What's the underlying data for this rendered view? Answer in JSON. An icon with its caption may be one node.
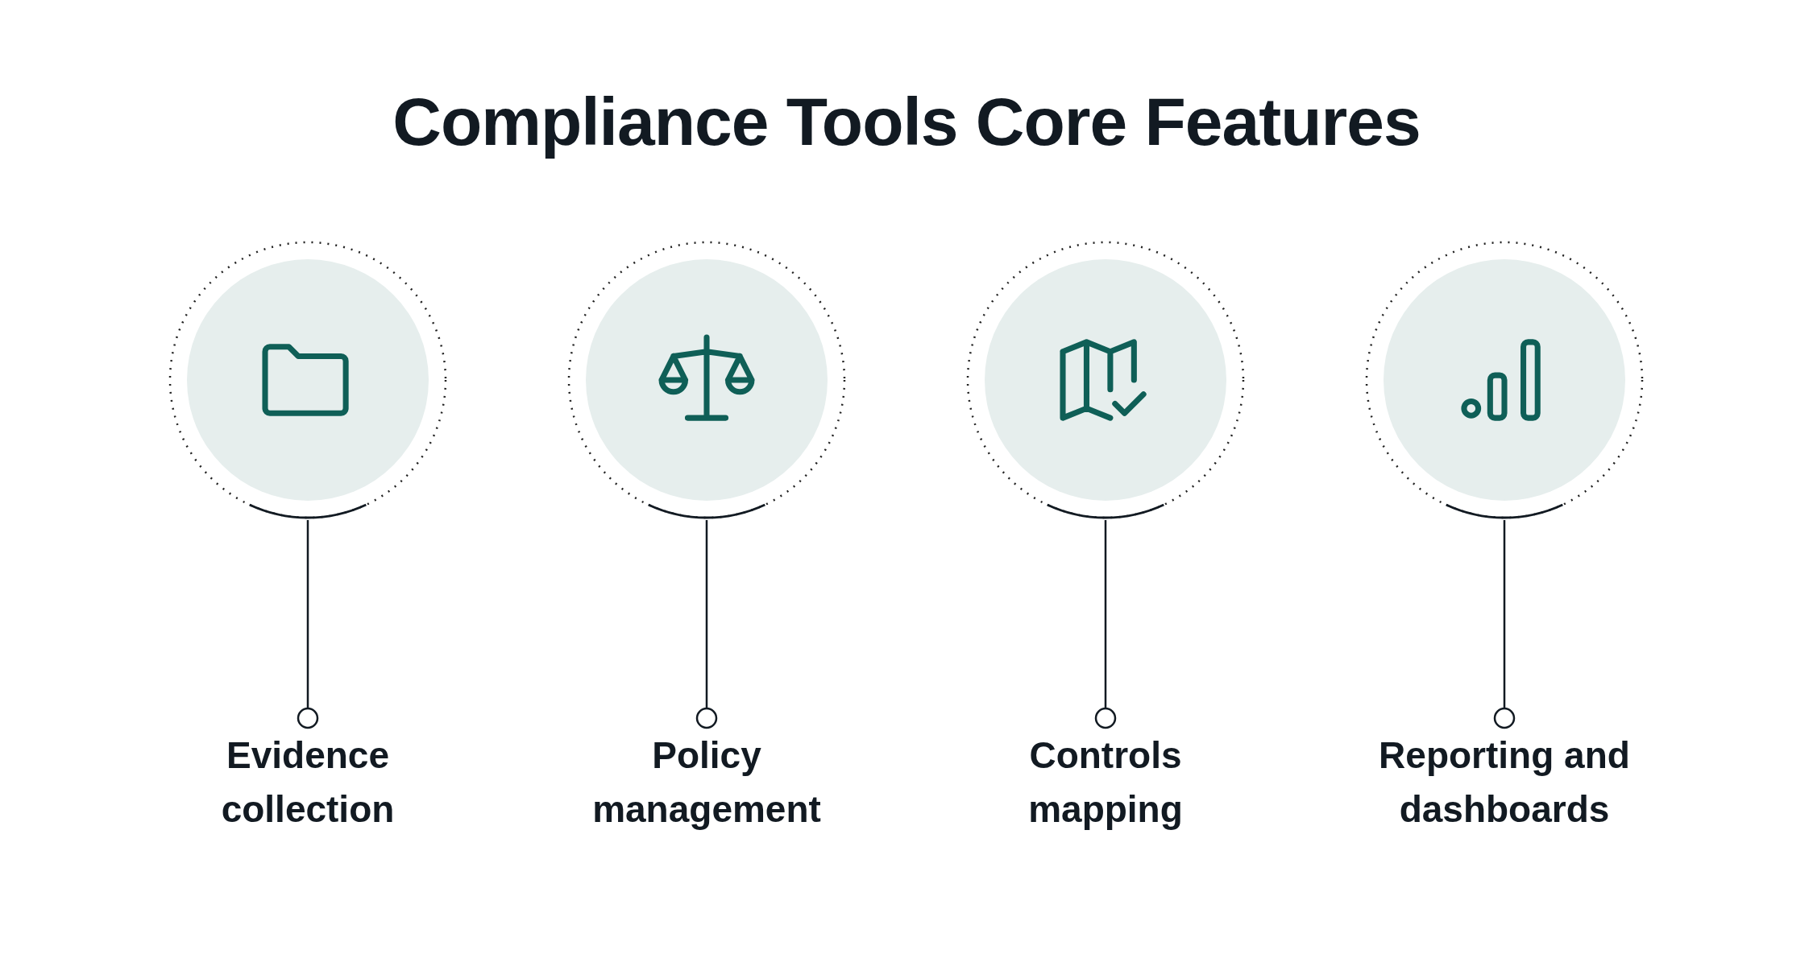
{
  "diagram": {
    "title": "Compliance Tools Core Features",
    "nodes": [
      {
        "text": [],
        "shape": "circle"
      },
      {
        "text": [
          "Evidence collection"
        ]
      },
      {
        "text": [],
        "shape": "circle"
      },
      {
        "text": [
          "Policy management"
        ]
      },
      {
        "text": [],
        "shape": "circle"
      },
      {
        "text": [
          "Controls mapping"
        ]
      },
      {
        "text": [],
        "shape": "circle"
      },
      {
        "text": [
          "Reporting and dashboards"
        ]
      }
    ],
    "edges": [
      {
        "from": 0,
        "to": 1,
        "arrow": "other"
      },
      {
        "from": 2,
        "to": 3,
        "arrow": "other"
      },
      {
        "from": 4,
        "to": 5,
        "arrow": "other"
      },
      {
        "from": 6,
        "to": 7,
        "arrow": "other"
      }
    ]
  }
}
